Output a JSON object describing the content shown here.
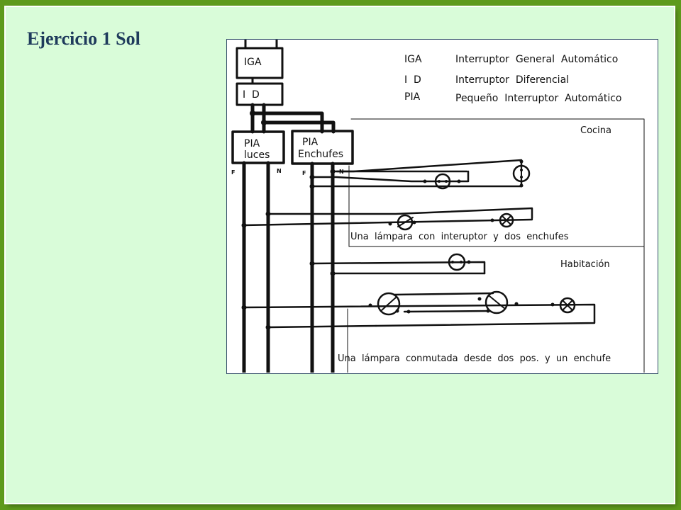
{
  "slide": {
    "title": "Ejercicio 1  Sol"
  },
  "diagram": {
    "boxes": {
      "iga": "IGA",
      "id": "I  D",
      "pia_luces_line1": "PIA",
      "pia_luces_line2": "luces",
      "pia_enchufes_line1": "PIA",
      "pia_enchufes_line2": "Enchufes"
    },
    "terminals": {
      "f1": "F",
      "n1": "N",
      "f2": "F",
      "n2": "N"
    },
    "legend": [
      {
        "abbr": "IGA",
        "desc": "Interruptor  General  Automático"
      },
      {
        "abbr": "I  D",
        "desc": "Interruptor  Diferencial"
      },
      {
        "abbr": "PIA",
        "desc": "Pequeño  Interruptor  Automático"
      }
    ],
    "rooms": {
      "cocina": {
        "name": "Cocina",
        "caption": "Una  lámpara  con  interuptor  y  dos  enchufes"
      },
      "habitacion": {
        "name": "Habitación",
        "caption": "Una  lámpara  conmutada  desde  dos  pos.  y  un  enchufe"
      }
    }
  }
}
